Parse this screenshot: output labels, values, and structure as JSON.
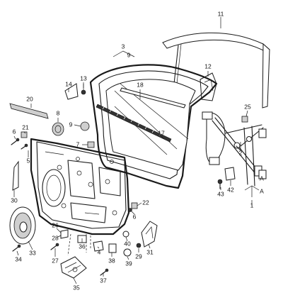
{
  "callouts": {
    "c1": "1",
    "c2": "2",
    "c3": "3",
    "c4": "4",
    "c5": "5",
    "c6a": "6",
    "c6b": "6",
    "c7": "7",
    "c8": "8",
    "c9": "9",
    "c11": "11",
    "c12": "12",
    "c13": "13",
    "c14": "14",
    "c17": "17",
    "c18": "18",
    "c20": "20",
    "c21": "21",
    "c22": "22",
    "c25": "25",
    "c26": "26",
    "c27": "27",
    "c28": "28",
    "c29": "29",
    "c30": "30",
    "c31": "31",
    "c33": "33",
    "c34": "34",
    "c35": "35",
    "c36": "36",
    "c37": "37",
    "c38": "38",
    "c39": "39",
    "c40": "40",
    "c42": "42",
    "c43": "43",
    "c9top": "9"
  },
  "markers": {
    "mA": "A",
    "mA2": "A"
  }
}
